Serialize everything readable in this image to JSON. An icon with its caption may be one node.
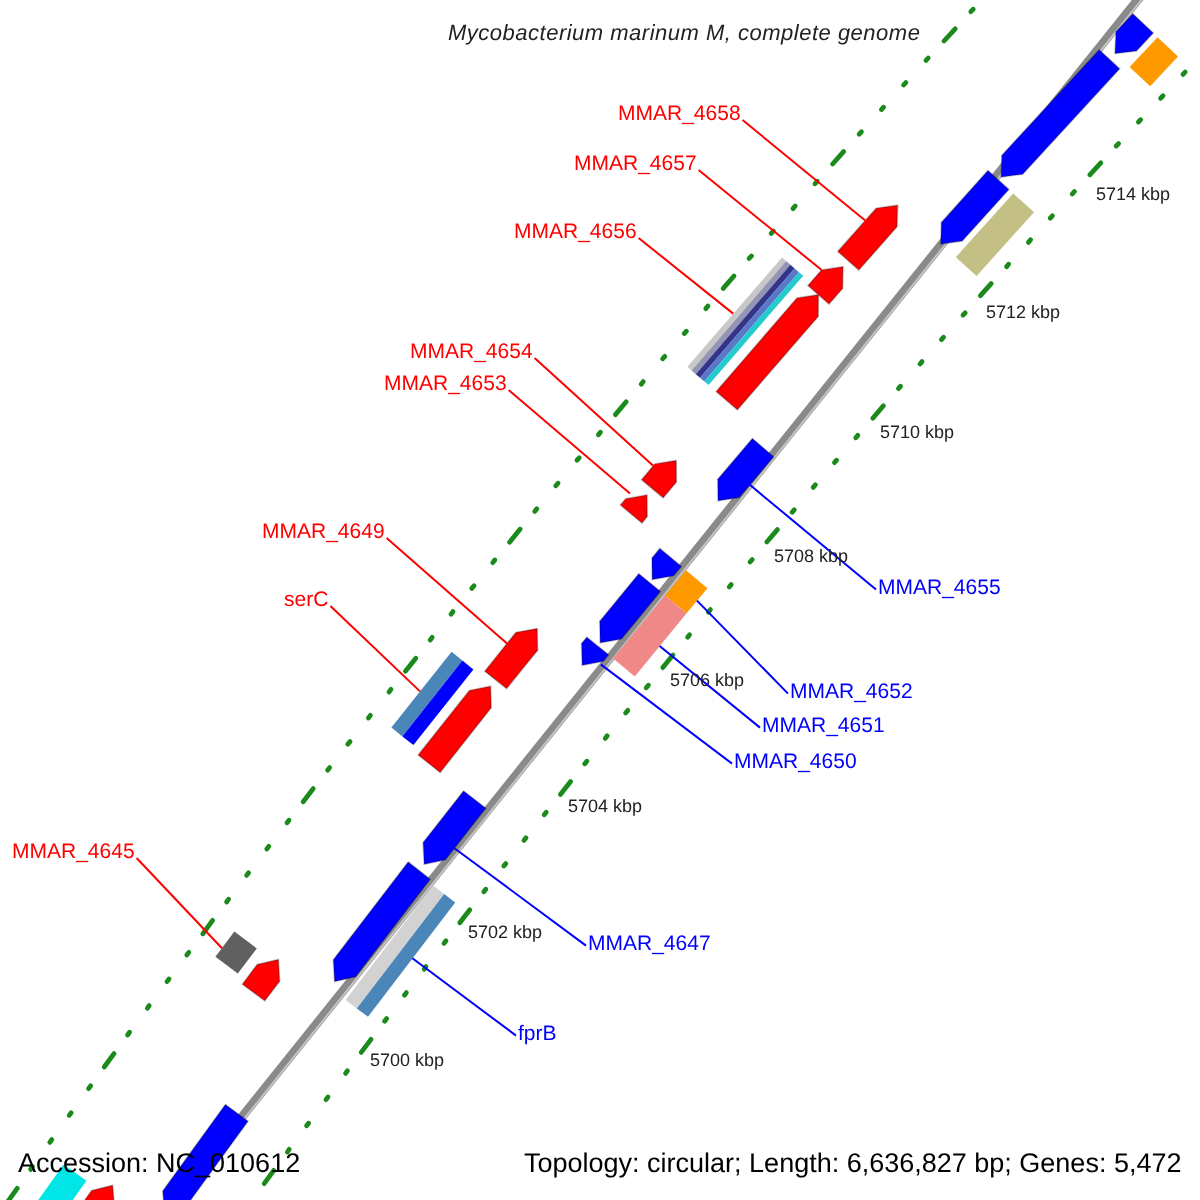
{
  "diagram": {
    "title": "Mycobacterium marinum M, complete genome",
    "nodes": [
      {
        "text": [
          "MMAR_4658"
        ]
      },
      {
        "text": [
          "MMAR_4657"
        ]
      },
      {
        "text": [
          "MMAR_4656"
        ]
      },
      {
        "text": [
          "MMAR_4654"
        ]
      },
      {
        "text": [
          "MMAR_4653"
        ]
      },
      {
        "text": [
          "MMAR_4649"
        ]
      },
      {
        "text": [
          "MMAR_4655"
        ]
      },
      {
        "text": [
          "serC"
        ]
      },
      {
        "text": [
          "MMAR_4652"
        ]
      },
      {
        "text": [
          "MMAR_4651"
        ]
      },
      {
        "text": [
          "MMAR_4650"
        ]
      },
      {
        "text": [
          "MMAR_4645"
        ]
      },
      {
        "text": [
          "MMAR_4647"
        ]
      },
      {
        "text": [
          "fprB"
        ]
      },
      {
        "text": [],
        "shape": "pentagon"
      },
      {
        "text": [],
        "shape": "box"
      },
      {
        "text": [],
        "shape": "pentagon"
      },
      {
        "text": [],
        "shape": "pentagon"
      },
      {
        "text": [],
        "shape": "box"
      },
      {
        "text": [],
        "shape": "pentagon"
      },
      {
        "text": [],
        "shape": "pentagon"
      },
      {
        "text": [],
        "shape": "box"
      },
      {
        "text": [],
        "shape": "pentagon"
      },
      {
        "text": [],
        "shape": "pentagon"
      },
      {
        "text": [],
        "shape": "pentagon"
      },
      {
        "text": [],
        "shape": "pentagon"
      },
      {
        "text": [],
        "shape": "pentagon"
      },
      {
        "text": [],
        "shape": "box"
      },
      {
        "text": [],
        "shape": "pentagon"
      },
      {
        "text": [],
        "shape": "box"
      },
      {
        "text": [],
        "shape": "pentagon"
      },
      {
        "text": [],
        "shape": "pentagon"
      },
      {
        "text": [],
        "shape": "box"
      },
      {
        "text": [],
        "shape": "pentagon"
      },
      {
        "text": [],
        "shape": "pentagon"
      },
      {
        "text": [],
        "shape": "pentagon"
      },
      {
        "text": [],
        "shape": "box"
      },
      {
        "text": [],
        "shape": "box"
      },
      {
        "text": [],
        "shape": "pentagon"
      },
      {
        "text": [],
        "shape": "pentagon"
      },
      {
        "text": [],
        "shape": "pentagon"
      },
      {
        "text": [],
        "shape": "box"
      }
    ],
    "edges": [
      {
        "from": 0,
        "to": 19,
        "arrow": "none"
      },
      {
        "from": 1,
        "to": 20,
        "arrow": "none"
      },
      {
        "from": 2,
        "to": 21,
        "arrow": "none"
      },
      {
        "from": 3,
        "to": 24,
        "arrow": "none"
      },
      {
        "from": 4,
        "to": 25,
        "arrow": "none"
      },
      {
        "from": 5,
        "to": 31,
        "arrow": "none"
      },
      {
        "from": 6,
        "to": 23,
        "arrow": "none",
        "color": "#0000ff"
      },
      {
        "from": 7,
        "to": 32,
        "arrow": "none"
      },
      {
        "from": 8,
        "to": 27,
        "arrow": "none",
        "color": "#0000ff"
      },
      {
        "from": 9,
        "to": 29,
        "arrow": "none",
        "color": "#0000ff"
      },
      {
        "from": 10,
        "to": 30,
        "arrow": "none",
        "color": "#0000ff"
      },
      {
        "from": 11,
        "to": 37,
        "arrow": "none"
      },
      {
        "from": 12,
        "to": 34,
        "arrow": "none",
        "color": "#0000ff"
      },
      {
        "from": 13,
        "to": 36,
        "arrow": "none",
        "color": "#0000ff"
      }
    ],
    "labels": [
      "5714 kbp",
      "5712 kbp",
      "5710 kbp",
      "5708 kbp",
      "5706 kbp",
      "5704 kbp",
      "5702 kbp",
      "5700 kbp",
      "Accession: NC_010612",
      "Topology: circular; Length: 6,636,827 bp; Genes: 5,472"
    ]
  }
}
